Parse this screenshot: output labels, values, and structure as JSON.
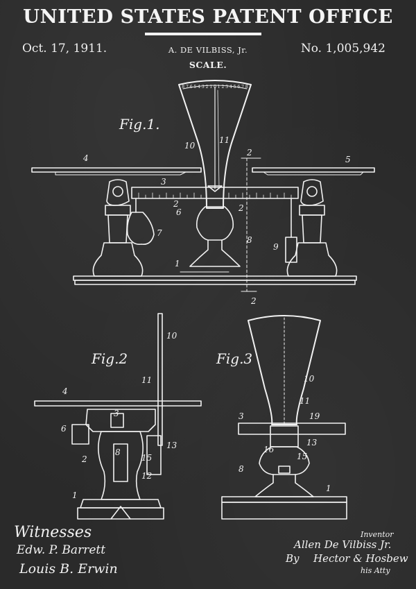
{
  "header": {
    "office": "UNITED STATES PATENT OFFICE",
    "date": "Oct. 17, 1911.",
    "inventor": "A. DE VILBISS, Jr.",
    "patent_number": "No. 1,005,942",
    "subject": "SCALE."
  },
  "figures": {
    "fig1": "Fig.1.",
    "fig2": "Fig.2",
    "fig3": "Fig.3"
  },
  "reference_numerals": {
    "n1": "1",
    "n2": "2",
    "n3": "3",
    "n4": "4",
    "n5": "5",
    "n6": "6",
    "n7": "7",
    "n8": "8",
    "n9": "9",
    "n10": "10",
    "n11": "11",
    "n12": "12",
    "n13": "13",
    "n15": "15",
    "n16": "16",
    "n19": "19"
  },
  "dial": {
    "scale_marks": "8 7 6 5 4 3 2 1 0 1 2 3 4 5 6 7 8"
  },
  "signatures": {
    "witnesses_heading": "Witnesses",
    "witness_1": "Edw. P. Barrett",
    "witness_2": "Louis B. Erwin",
    "inventor_heading": "Inventor",
    "inventor_sig": "Allen De Vilbiss Jr.",
    "by_line": "By",
    "attorney": "Hector & Hosbew",
    "attorney_role": "his Atty"
  },
  "colors": {
    "background": "#2a2a2a",
    "ink": "#f2f2f2"
  }
}
